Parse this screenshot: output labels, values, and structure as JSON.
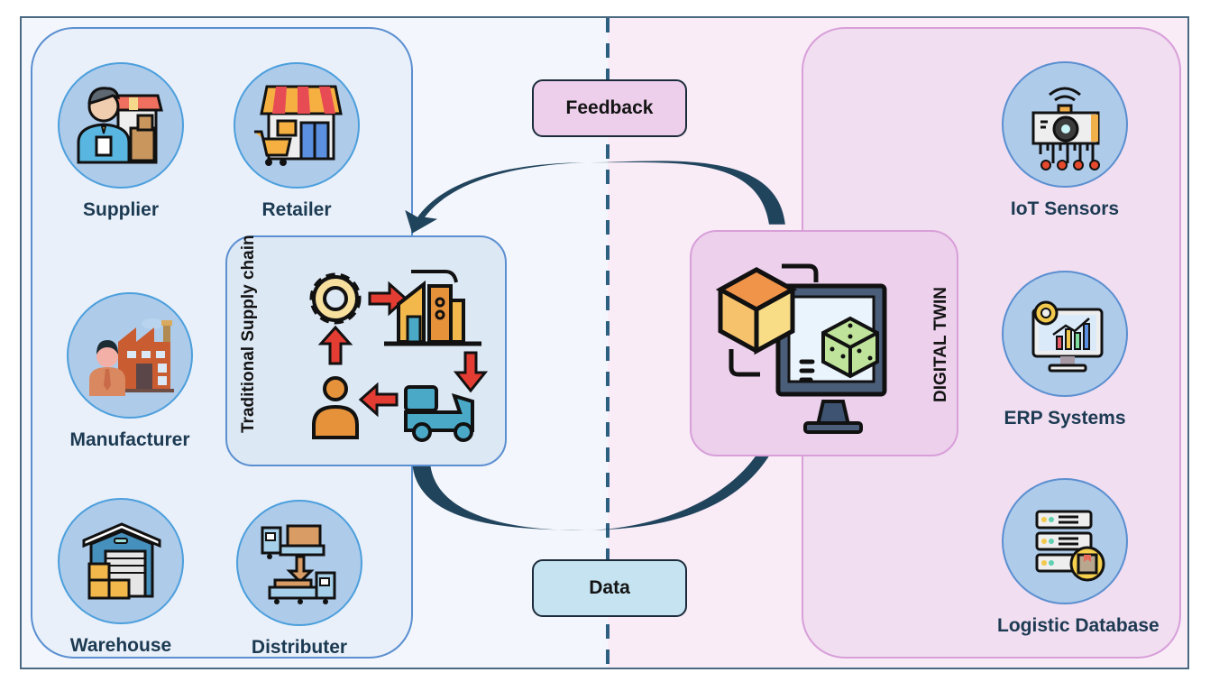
{
  "left_panel": {
    "nodes": [
      {
        "label": "Supplier",
        "icon": "supplier-store-icon"
      },
      {
        "label": "Retailer",
        "icon": "retail-store-cart-icon"
      },
      {
        "label": "Manufacturer",
        "icon": "factory-worker-icon"
      },
      {
        "label": "Warehouse",
        "icon": "warehouse-boxes-icon"
      },
      {
        "label": "Distributer",
        "icon": "forklift-truck-icon"
      }
    ]
  },
  "traditional_supply_chain": {
    "title": "Traditional Supply chain",
    "icon": "supply-cycle-icon"
  },
  "connectors": {
    "feedback_label": "Feedback",
    "data_label": "Data"
  },
  "digital_twin": {
    "title": "DIGITAL TWIN",
    "icon": "monitor-cube-icon"
  },
  "right_panel": {
    "nodes": [
      {
        "label": "IoT Sensors",
        "icon": "iot-sensor-camera-icon"
      },
      {
        "label": "ERP Systems",
        "icon": "erp-monitor-chart-icon"
      },
      {
        "label": "Logistic Database",
        "icon": "server-package-icon"
      }
    ]
  },
  "colors": {
    "left_bg": "#f3f6fc",
    "right_bg": "#f9ecf7",
    "left_panel": "#e9f0fa",
    "right_panel": "#f1def1",
    "arrow": "#21445d",
    "label_text": "#1c3a52",
    "feedback_pill": "#edcfec",
    "data_pill": "#c6e3f1"
  }
}
